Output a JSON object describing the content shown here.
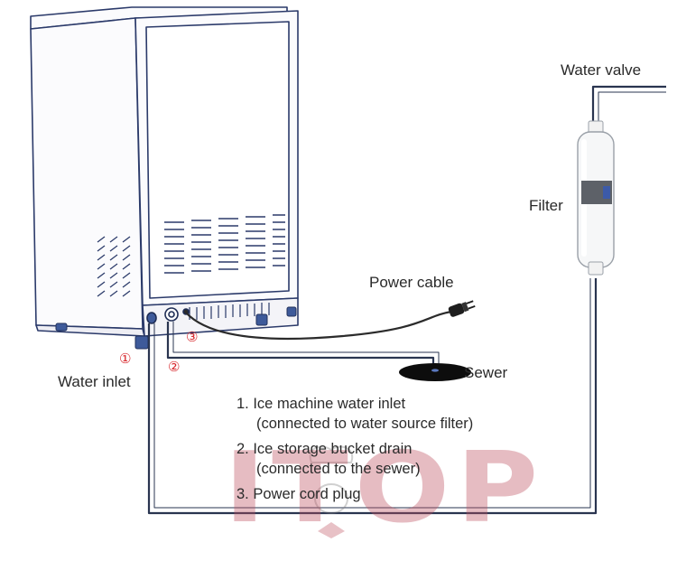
{
  "labels": {
    "water_valve": "Water valve",
    "filter": "Filter",
    "power_cable": "Power cable",
    "sewer": "Sewer",
    "water_inlet": "Water inlet"
  },
  "markers": {
    "m1": "①",
    "m2": "②",
    "m3": "③"
  },
  "legend": {
    "item1": "1. Ice machine water inlet",
    "item1_sub": "(connected to water source filter)",
    "item2": "2. Ice storage bucket drain",
    "item2_sub": "(connected to the sewer)",
    "item3": "3. Power cord plug"
  },
  "watermark": {
    "text": "ITOP"
  },
  "colors": {
    "line": "#2a3550",
    "marker": "#d7262b",
    "watermark": "#be505f"
  }
}
